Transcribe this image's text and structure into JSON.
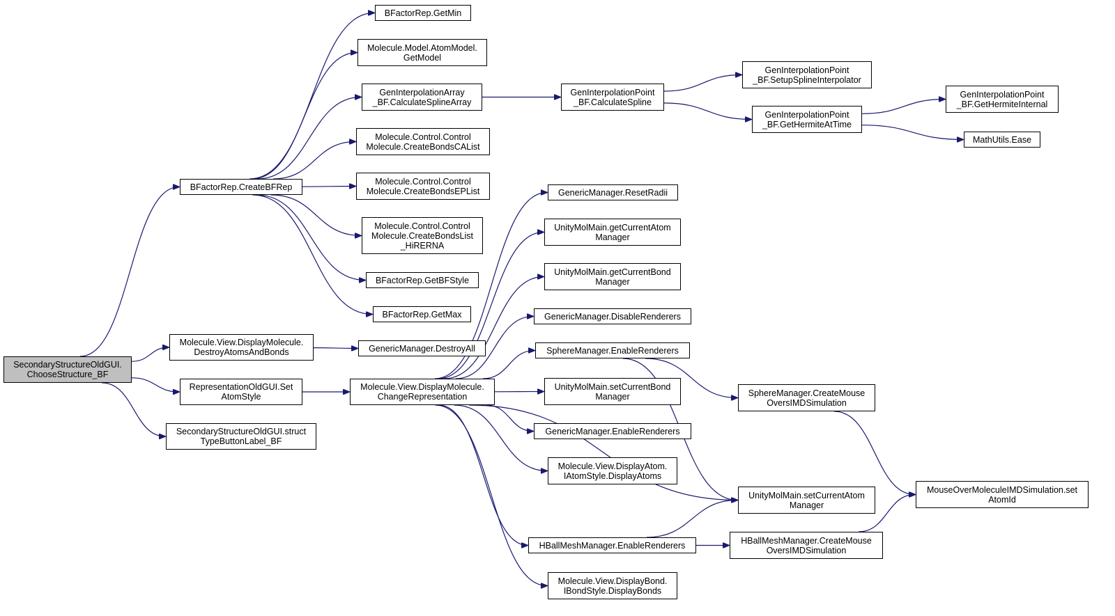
{
  "graph": {
    "edge_color": "#191970",
    "root_fill": "#bfbfbf",
    "nodes": {
      "root": "SecondaryStructureOldGUI.\nChooseStructure_BF",
      "createbfrep": "BFactorRep.CreateBFRep",
      "getmin": "BFactorRep.GetMin",
      "getmodel": "Molecule.Model.AtomModel.\nGetModel",
      "calcsplinearray": "GenInterpolationArray\n_BF.CalculateSplineArray",
      "calcspline": "GenInterpolationPoint\n_BF.CalculateSpline",
      "setupspline": "GenInterpolationPoint\n_BF.SetupSplineInterpolator",
      "hermiteattime": "GenInterpolationPoint\n_BF.GetHermiteAtTime",
      "hermiteinternal": "GenInterpolationPoint\n_BF.GetHermiteInternal",
      "ease": "MathUtils.Ease",
      "bondsca": "Molecule.Control.Control\nMolecule.CreateBondsCAList",
      "bondsep": "Molecule.Control.Control\nMolecule.CreateBondsEPList",
      "bondshirerna": "Molecule.Control.Control\nMolecule.CreateBondsList\n_HiRERNA",
      "getbfstyle": "BFactorRep.GetBFStyle",
      "getmax": "BFactorRep.GetMax",
      "destroyatoms": "Molecule.View.DisplayMolecule.\nDestroyAtomsAndBonds",
      "destroyall": "GenericManager.DestroyAll",
      "setatomstyle": "RepresentationOldGUI.Set\nAtomStyle",
      "changerep": "Molecule.View.DisplayMolecule.\nChangeRepresentation",
      "structlabel": "SecondaryStructureOldGUI.struct\nTypeButtonLabel_BF",
      "resetradii": "GenericManager.ResetRadii",
      "getcuratom": "UnityMolMain.getCurrentAtom\nManager",
      "getcurbond": "UnityMolMain.getCurrentBond\nManager",
      "disablerenderers": "GenericManager.DisableRenderers",
      "sphereenable": "SphereManager.EnableRenderers",
      "spheremouse": "SphereManager.CreateMouse\nOversIMDSimulation",
      "setcurbond": "UnityMolMain.setCurrentBond\nManager",
      "genericenable": "GenericManager.EnableRenderers",
      "displayatoms": "Molecule.View.DisplayAtom.\nIAtomStyle.DisplayAtoms",
      "setcuratom": "UnityMolMain.setCurrentAtom\nManager",
      "setatomid": "MouseOverMoleculeIMDSimulation.set\nAtomId",
      "hballenable": "HBallMeshManager.EnableRenderers",
      "hballmouse": "HBallMeshManager.CreateMouse\nOversIMDSimulation",
      "displaybonds": "Molecule.View.DisplayBond.\nIBondStyle.DisplayBonds"
    },
    "edges": [
      [
        "root",
        "createbfrep"
      ],
      [
        "root",
        "destroyatoms"
      ],
      [
        "root",
        "setatomstyle"
      ],
      [
        "root",
        "structlabel"
      ],
      [
        "createbfrep",
        "getmin"
      ],
      [
        "createbfrep",
        "getmodel"
      ],
      [
        "createbfrep",
        "calcsplinearray"
      ],
      [
        "createbfrep",
        "bondsca"
      ],
      [
        "createbfrep",
        "bondsep"
      ],
      [
        "createbfrep",
        "bondshirerna"
      ],
      [
        "createbfrep",
        "getbfstyle"
      ],
      [
        "createbfrep",
        "getmax"
      ],
      [
        "calcsplinearray",
        "calcspline"
      ],
      [
        "calcspline",
        "setupspline"
      ],
      [
        "calcspline",
        "hermiteattime"
      ],
      [
        "hermiteattime",
        "hermiteinternal"
      ],
      [
        "hermiteattime",
        "ease"
      ],
      [
        "destroyatoms",
        "destroyall"
      ],
      [
        "setatomstyle",
        "changerep"
      ],
      [
        "changerep",
        "resetradii"
      ],
      [
        "changerep",
        "getcuratom"
      ],
      [
        "changerep",
        "getcurbond"
      ],
      [
        "changerep",
        "disablerenderers"
      ],
      [
        "changerep",
        "sphereenable"
      ],
      [
        "changerep",
        "setcurbond"
      ],
      [
        "changerep",
        "genericenable"
      ],
      [
        "changerep",
        "displayatoms"
      ],
      [
        "changerep",
        "setcuratom"
      ],
      [
        "changerep",
        "hballenable"
      ],
      [
        "changerep",
        "displaybonds"
      ],
      [
        "sphereenable",
        "spheremouse"
      ],
      [
        "sphereenable",
        "setcuratom"
      ],
      [
        "spheremouse",
        "setatomid"
      ],
      [
        "hballenable",
        "setcuratom"
      ],
      [
        "hballenable",
        "hballmouse"
      ],
      [
        "hballmouse",
        "setatomid"
      ]
    ]
  }
}
